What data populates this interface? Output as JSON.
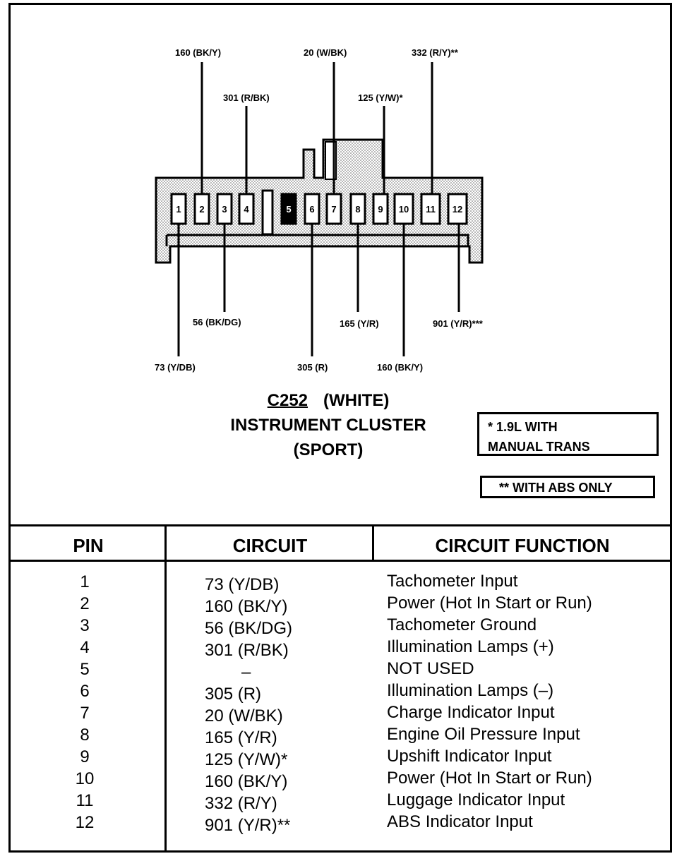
{
  "connector": {
    "id": "C252",
    "color_label": "(WHITE)",
    "name": "INSTRUMENT CLUSTER",
    "variant": "(SPORT)",
    "pins": [
      "1",
      "2",
      "3",
      "4",
      "5",
      "6",
      "7",
      "8",
      "9",
      "10",
      "11",
      "12"
    ]
  },
  "wire_labels": {
    "pin1": "73 (Y/DB)",
    "pin2": "160 (BK/Y)",
    "pin3": "56 (BK/DG)",
    "pin4": "301 (R/BK)",
    "pin6": "305 (R)",
    "pin7": "20 (W/BK)",
    "pin8": "165 (Y/R)",
    "pin9": "125 (Y/W)*",
    "pin10": "160 (BK/Y)",
    "pin11": "332 (R/Y)**",
    "pin12": "901 (Y/R)***"
  },
  "notes": {
    "note1_line1": "* 1.9L WITH",
    "note1_line2": "MANUAL TRANS",
    "note2": "** WITH ABS ONLY"
  },
  "table": {
    "headers": {
      "pin": "PIN",
      "circuit": "CIRCUIT",
      "function": "CIRCUIT FUNCTION"
    },
    "rows": [
      {
        "pin": "1",
        "circuit": "73 (Y/DB)",
        "function": "Tachometer Input"
      },
      {
        "pin": "2",
        "circuit": "160 (BK/Y)",
        "function": "Power (Hot In Start or Run)"
      },
      {
        "pin": "3",
        "circuit": "56 (BK/DG)",
        "function": "Tachometer Ground"
      },
      {
        "pin": "4",
        "circuit": "301 (R/BK)",
        "function": "Illumination Lamps (+)"
      },
      {
        "pin": "5",
        "circuit": "–",
        "function": "NOT USED"
      },
      {
        "pin": "6",
        "circuit": "305 (R)",
        "function": "Illumination Lamps (–)"
      },
      {
        "pin": "7",
        "circuit": "20 (W/BK)",
        "function": "Charge Indicator Input"
      },
      {
        "pin": "8",
        "circuit": "165 (Y/R)",
        "function": "Engine Oil Pressure Input"
      },
      {
        "pin": "9",
        "circuit": "125 (Y/W)*",
        "function": "Upshift Indicator Input"
      },
      {
        "pin": "10",
        "circuit": "160 (BK/Y)",
        "function": "Power (Hot In Start or Run)"
      },
      {
        "pin": "11",
        "circuit": "332 (R/Y)",
        "function": "Luggage Indicator Input"
      },
      {
        "pin": "12",
        "circuit": "901 (Y/R)**",
        "function": "ABS Indicator Input"
      }
    ]
  }
}
